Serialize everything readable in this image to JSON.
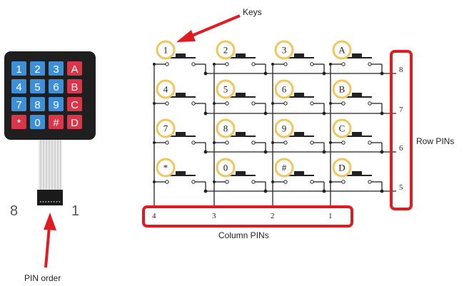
{
  "keypad": {
    "keys": [
      [
        "1",
        "2",
        "3",
        "A"
      ],
      [
        "4",
        "5",
        "6",
        "B"
      ],
      [
        "7",
        "8",
        "9",
        "C"
      ],
      [
        "*",
        "0",
        "#",
        "D"
      ]
    ],
    "pin_left_label": "8",
    "pin_right_label": "1",
    "pin_order_label": "PIN order",
    "colors": {
      "blue_key": "#3d8fd8",
      "red_key": "#d9364a",
      "body": "#1f1f1f"
    }
  },
  "schematic": {
    "keys_label": "Keys",
    "key_labels": [
      [
        "1",
        "2",
        "3",
        "A"
      ],
      [
        "4",
        "5",
        "6",
        "B"
      ],
      [
        "7",
        "8",
        "9",
        "C"
      ],
      [
        "*",
        "0",
        "#",
        "D"
      ]
    ],
    "row_pins": [
      "8",
      "7",
      "6",
      "5"
    ],
    "column_pins": [
      "4",
      "3",
      "2",
      "1"
    ],
    "row_pins_label": "Row PINs",
    "column_pins_label": "Column PINs",
    "colors": {
      "highlight": "#e11b22",
      "key_ring": "#f0c75e"
    }
  }
}
